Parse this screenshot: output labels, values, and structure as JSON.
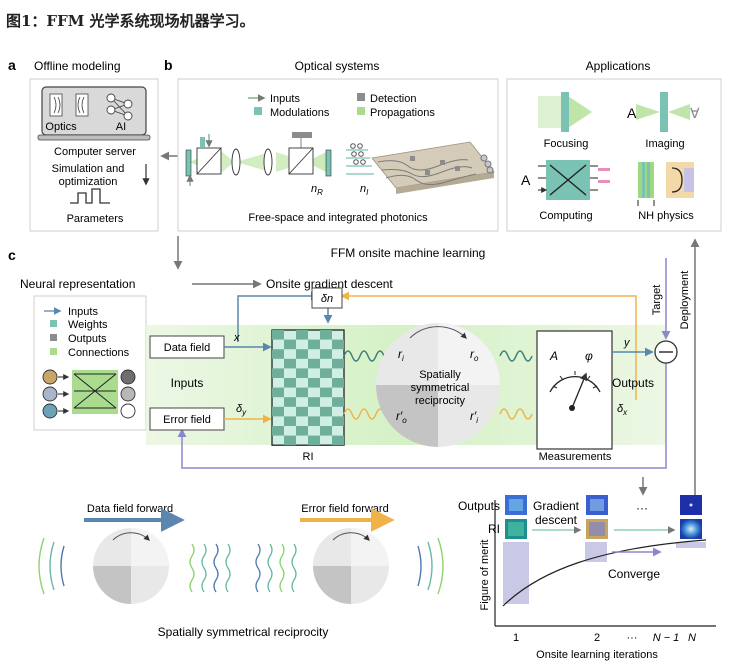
{
  "heading": "图1：FFM 光学系统现场机器学习。",
  "panels": {
    "a": {
      "letter": "a",
      "title": "Offline modeling",
      "optics": "Optics",
      "ai": "AI",
      "server": "Computer server",
      "sim1": "Simulation and",
      "sim2": "optimization",
      "params": "Parameters"
    },
    "b": {
      "letter": "b",
      "title": "Optical systems",
      "legend": [
        "Inputs",
        "Modulations",
        "Detection",
        "Propagations"
      ],
      "nR": "n",
      "nRsub": "R",
      "nI": "n",
      "nIsub": "I",
      "caption": "Free-space and integrated photonics"
    },
    "apps": {
      "title": "Applications",
      "focusing": "Focusing",
      "imaging": "Imaging",
      "computing": "Computing",
      "nh": "NH physics",
      "imgA": "A",
      "imgAinv": "∀",
      "compA": "A"
    },
    "c": {
      "letter": "c",
      "title": "FFM onsite machine learning",
      "neural": "Neural representation",
      "ogd": "Onsite gradient descent",
      "legend": [
        "Inputs",
        "Weights",
        "Outputs",
        "Connections"
      ],
      "data_field": "Data field",
      "error_field": "Error field",
      "inputs": "Inputs",
      "x": "x",
      "delta_y": "δ",
      "delta_y_sub": "y",
      "dn": "δn",
      "ri_label": "RI",
      "ri": "r",
      "ri_sub": "i",
      "ro": "r",
      "ro_sub": "o",
      "rop": "r′",
      "rop_sub": "o",
      "rip": "r′",
      "rip_sub": "i",
      "ssr1": "Spatially",
      "ssr2": "symmetrical",
      "ssr3": "reciprocity",
      "A": "A",
      "phi": "φ",
      "y": "y",
      "outputs": "Outputs",
      "delta_x": "δ",
      "delta_x_sub": "x",
      "measurements": "Measurements",
      "target": "Target",
      "deployment": "Deployment"
    }
  },
  "bottom": {
    "data_forward": "Data field forward",
    "error_forward": "Error field forward",
    "ssr": "Spatially symmetrical reciprocity"
  },
  "plot": {
    "outputs": "Outputs",
    "ri": "RI",
    "gd1": "Gradient",
    "gd2": "descent",
    "dots": "···",
    "converge": "Converge",
    "ylabel": "Figure of merit",
    "xlabel": "Onsite learning iterations",
    "ticks": [
      "1",
      "2",
      "···",
      "N − 1",
      "N"
    ]
  },
  "colors": {
    "teal": "#7ac2b3",
    "green": "#a9dc8e",
    "blue": "#5b86ad",
    "orange": "#f0b34a",
    "gray": "#8c8c8c",
    "lavender": "#b3b0dd"
  }
}
